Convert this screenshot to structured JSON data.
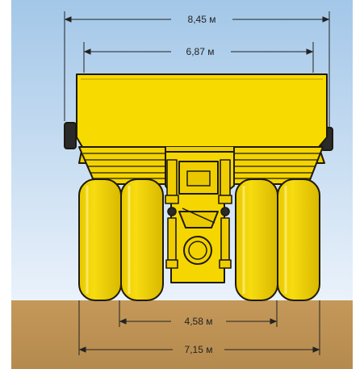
{
  "dimensions": {
    "overall_width": "8,45 м",
    "body_width": "6,87 м",
    "track_inner": "4,58 м",
    "track_outer": "7,15 м"
  },
  "colors": {
    "sky_top": "#9ec3e6",
    "sky_bottom": "#e6f0fa",
    "ground": "#c69a5c",
    "truck_yellow": "#f5d800",
    "truck_shade": "#d8b400",
    "outline": "#1e1a0a",
    "dimension_line": "#222222"
  }
}
